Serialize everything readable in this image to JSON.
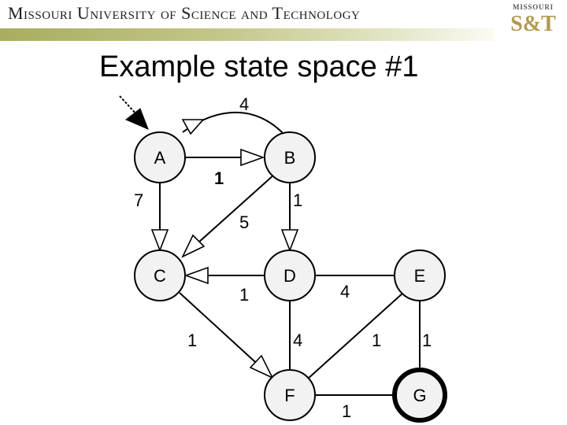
{
  "header": {
    "university": "Missouri University of Science and Technology",
    "logo_top": "MISSOURI",
    "logo_main": "S&T"
  },
  "slide": {
    "title": "Example state space #1"
  },
  "graph": {
    "start_node": "A",
    "goal_node": "G",
    "nodes": [
      "A",
      "B",
      "C",
      "D",
      "E",
      "F",
      "G"
    ],
    "edges": [
      {
        "from": "B",
        "to": "A",
        "cost": "4"
      },
      {
        "from": "A",
        "to": "B",
        "cost": "1"
      },
      {
        "from": "A",
        "to": "C",
        "cost": "7"
      },
      {
        "from": "B",
        "to": "C",
        "cost": "5"
      },
      {
        "from": "B",
        "to": "D",
        "cost": "1"
      },
      {
        "from": "D",
        "to": "C",
        "cost": "1"
      },
      {
        "from": "D",
        "to": "E",
        "cost": "4"
      },
      {
        "from": "C",
        "to": "F",
        "cost": "1"
      },
      {
        "from": "D",
        "to": "F",
        "cost": "4"
      },
      {
        "from": "E",
        "to": "F",
        "cost": "1"
      },
      {
        "from": "E",
        "to": "G",
        "cost": "1"
      },
      {
        "from": "F",
        "to": "G",
        "cost": "1"
      }
    ]
  }
}
